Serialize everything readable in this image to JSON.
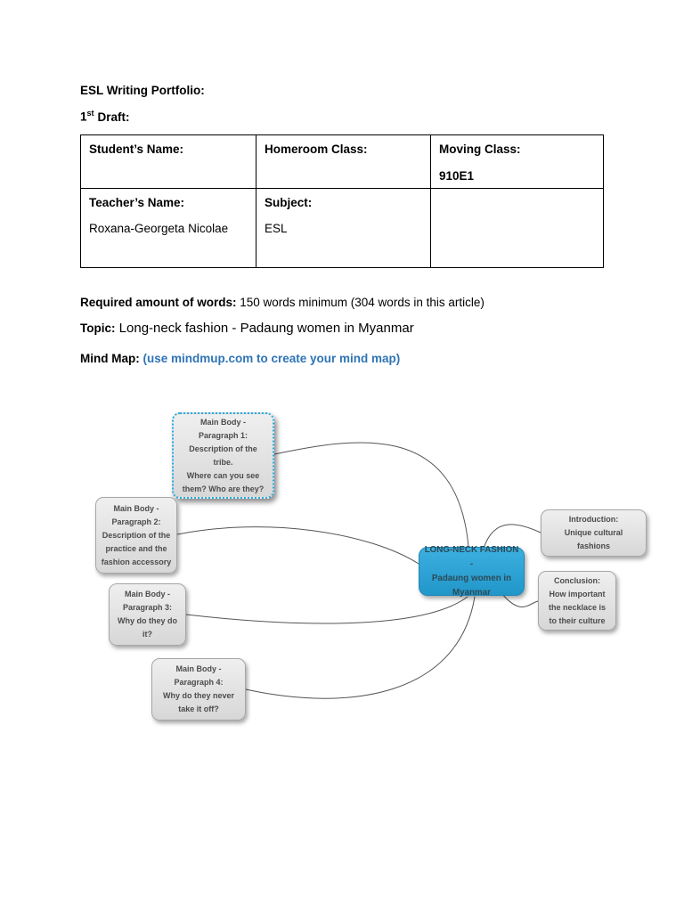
{
  "headings": {
    "title": "ESL Writing Portfolio:",
    "draft_num": "1",
    "draft_sup": "st",
    "draft_label": "Draft:"
  },
  "info_table": {
    "row1": {
      "col1_label": "Student’s Name:",
      "col2_label": "Homeroom Class:",
      "col3_label": "Moving Class:",
      "col3_value": "910E1"
    },
    "row2": {
      "col1_label": "Teacher’s Name:",
      "col1_value": "Roxana-Georgeta Nicolae",
      "col2_label": "Subject:",
      "col2_value": "ESL",
      "col3_value": ""
    }
  },
  "requirements": {
    "label": "Required amount of words:",
    "value": " 150 words minimum (304 words in this article)"
  },
  "topic": {
    "label": "Topic:",
    "value": "  Long-neck fashion - Padaung women in Myanmar"
  },
  "mind_map_line": {
    "label": "Mind Map:",
    "link_text": " (use mindmup.com to create your mind map)"
  },
  "colors": {
    "link_blue": "#2e74b5",
    "root_node_fill": "#2ba3d8",
    "selected_border": "#29abe2",
    "node_fill": "#e4e4e4",
    "connector": "#555555"
  },
  "mind_map": {
    "root": {
      "text": "LONG-NECK FASHION -\nPadaung women in\nMyanmar"
    },
    "nodes": [
      {
        "id": "paragraph1",
        "selected": true,
        "text": "Main Body -\nParagraph 1:\nDescription of the\ntribe.\nWhere can you see\nthem? Who are they?"
      },
      {
        "id": "paragraph2",
        "selected": false,
        "text": "Main Body -\nParagraph 2:\nDescription of the\npractice and the\nfashion accessory"
      },
      {
        "id": "paragraph3",
        "selected": false,
        "text": "Main Body -\nParagraph 3:\nWhy do they do\nit?"
      },
      {
        "id": "paragraph4",
        "selected": false,
        "text": "Main Body -\nParagraph 4:\nWhy do they never\ntake it off?"
      },
      {
        "id": "introduction",
        "selected": false,
        "text": "Introduction:\nUnique cultural\nfashions"
      },
      {
        "id": "conclusion",
        "selected": false,
        "text": "Conclusion:\nHow important\nthe necklace is\nto their culture"
      }
    ]
  }
}
